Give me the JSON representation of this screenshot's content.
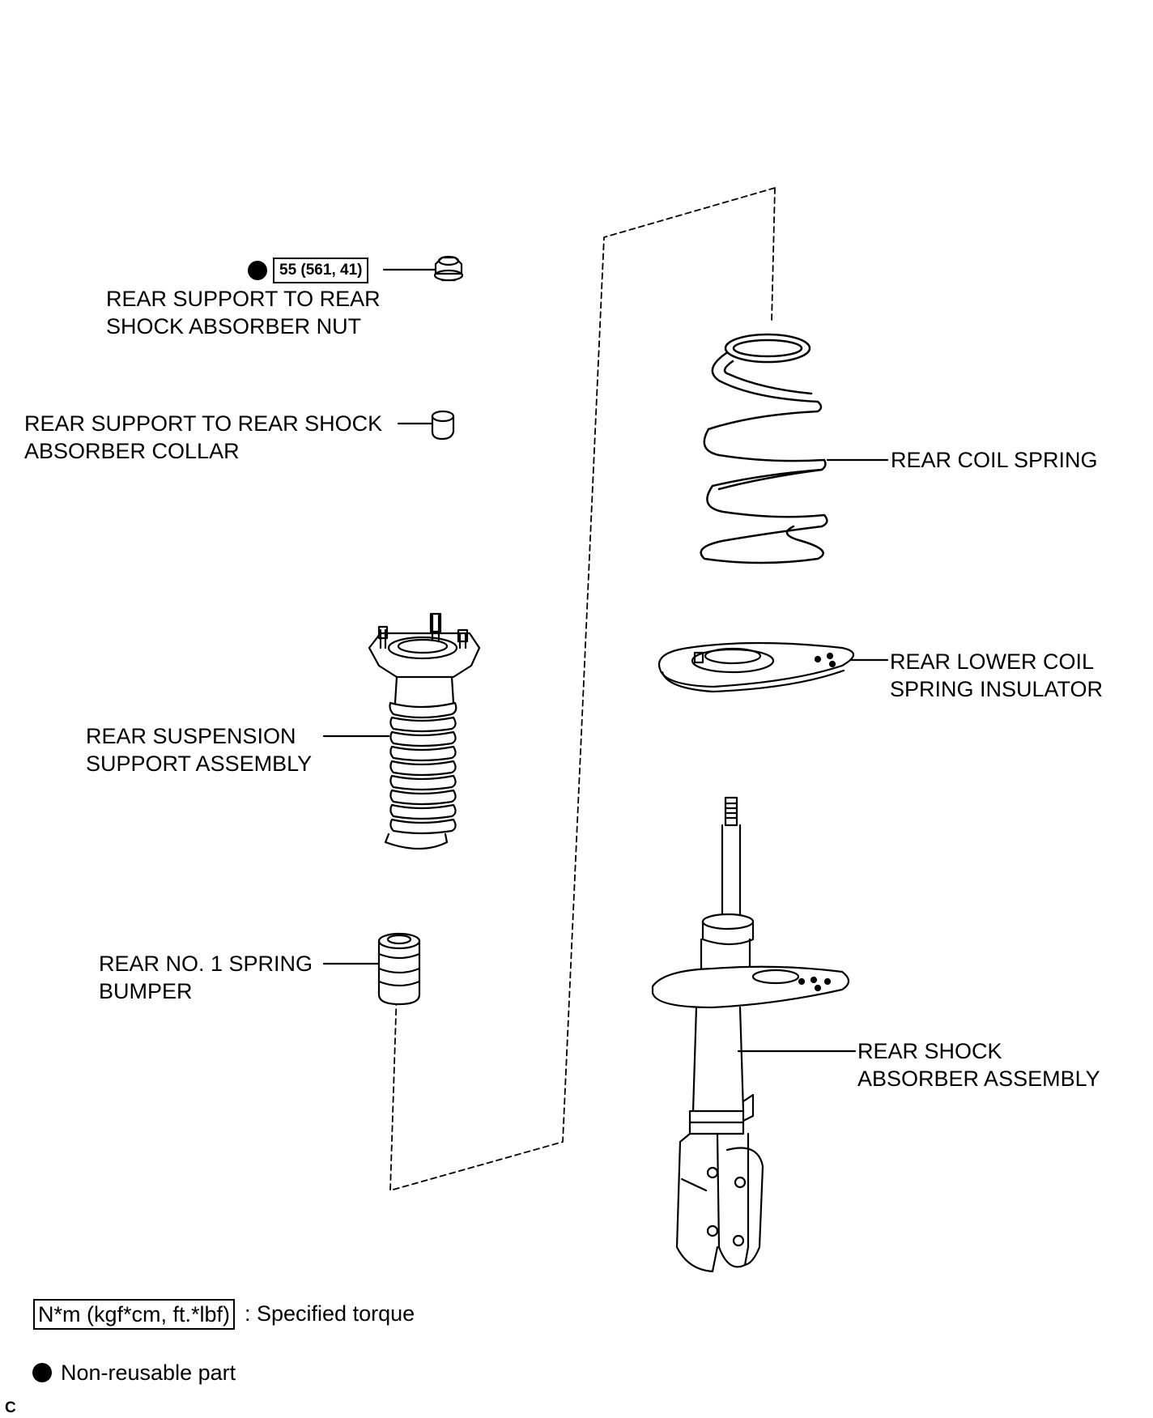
{
  "torque": {
    "value": "55 (561, 41)",
    "non_reusable": true
  },
  "parts": [
    {
      "id": "nut",
      "lines": [
        "REAR SUPPORT TO REAR",
        "SHOCK ABSORBER NUT"
      ]
    },
    {
      "id": "collar",
      "lines": [
        "REAR SUPPORT TO REAR SHOCK",
        "ABSORBER COLLAR"
      ]
    },
    {
      "id": "coil_spring",
      "lines": [
        "REAR COIL SPRING"
      ]
    },
    {
      "id": "lower_insulator",
      "lines": [
        "REAR LOWER COIL",
        "SPRING INSULATOR"
      ]
    },
    {
      "id": "support_assembly",
      "lines": [
        "REAR SUSPENSION",
        "SUPPORT ASSEMBLY"
      ]
    },
    {
      "id": "spring_bumper",
      "lines": [
        "REAR NO. 1 SPRING",
        "BUMPER"
      ]
    },
    {
      "id": "shock_absorber",
      "lines": [
        "REAR SHOCK",
        "ABSORBER ASSEMBLY"
      ]
    }
  ],
  "legend": {
    "torque_unit": "N*m (kgf*cm, ft.*lbf)",
    "torque_desc": ": Specified torque",
    "non_reusable_desc": "Non-reusable part"
  },
  "corner_code": "C"
}
